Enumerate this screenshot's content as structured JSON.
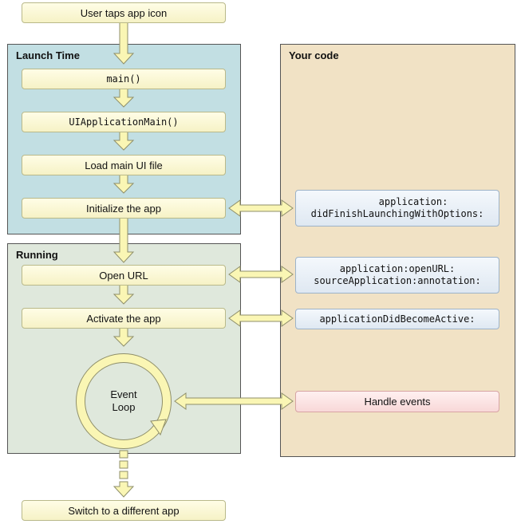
{
  "panels": {
    "launch_title": "Launch Time",
    "running_title": "Running",
    "your_code_title": "Your code"
  },
  "steps": {
    "user_taps": "User taps app icon",
    "main": "main()",
    "ui_app_main": "UIApplicationMain()",
    "load_ui": "Load main UI file",
    "initialize": "Initialize the app",
    "open_url": "Open URL",
    "activate": "Activate the app",
    "event_loop_line1": "Event",
    "event_loop_line2": "Loop",
    "switch_app": "Switch to a different app"
  },
  "code": {
    "did_finish_line1": "application:",
    "did_finish_line2": "didFinishLaunchingWithOptions:",
    "open_url_line1": "application:openURL:",
    "open_url_line2": "sourceApplication:annotation:",
    "did_become_active": "applicationDidBecomeActive:",
    "handle_events": "Handle events"
  },
  "colors": {
    "launch_bg": "#c2dfe3",
    "running_bg": "#dfe8dc",
    "your_code_bg": "#f1e2c5",
    "arrow_fill": "#faf6b4",
    "arrow_stroke": "#8f8f6a"
  }
}
